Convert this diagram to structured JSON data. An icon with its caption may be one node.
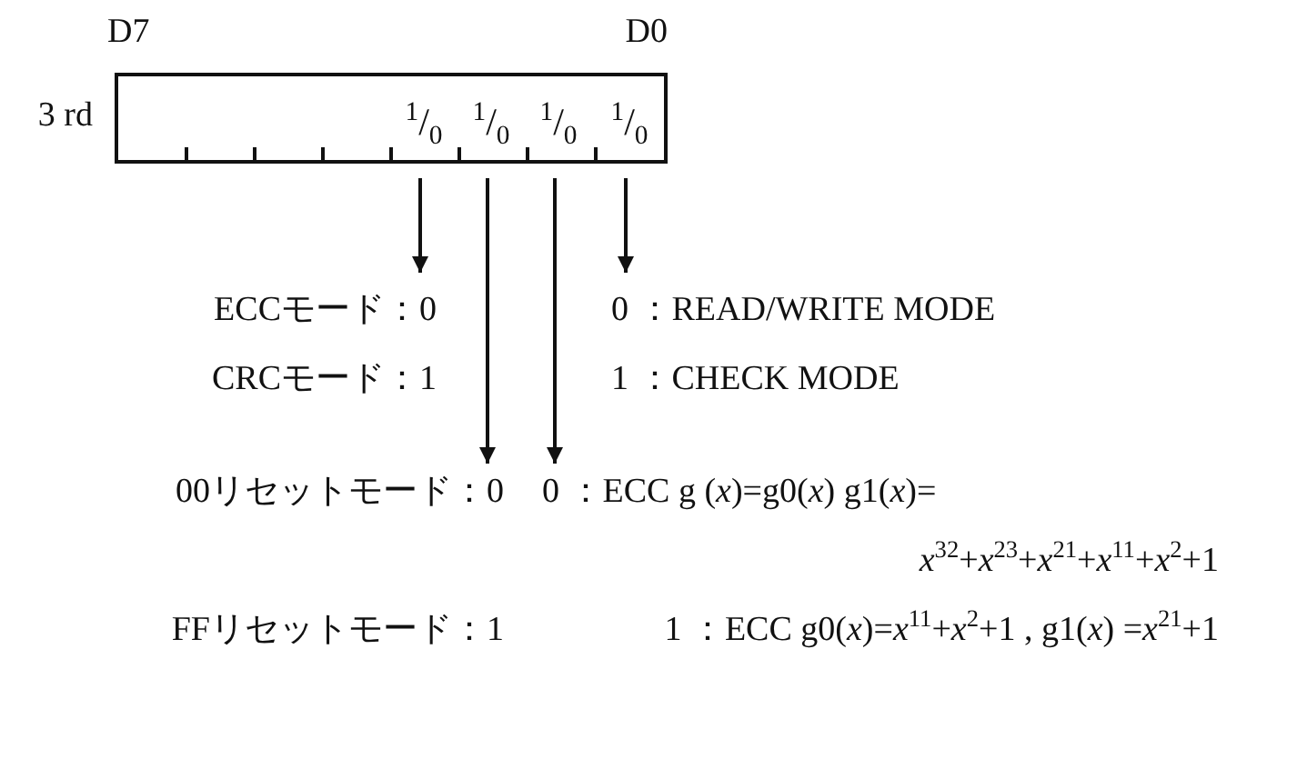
{
  "diagram": {
    "nodes": [
      {
        "text": [
          "3 rd"
        ]
      },
      {
        "text": [
          "$^{1}$/$_{0}$"
        ],
        "in": 0
      },
      {
        "text": [
          "$^{1}$/$_{0}$"
        ],
        "in": 0
      },
      {
        "text": [
          "$^{1}$/$_{0}$"
        ],
        "in": 0
      },
      {
        "text": [
          "$^{1}$/$_{0}$"
        ],
        "in": 0
      },
      {
        "text": [
          "ECCモード：0",
          "CRCモード：1"
        ]
      },
      {
        "text": [
          "0 ：READ/WRITE MODE",
          "1 ：CHECK MODE"
        ]
      },
      {
        "text": [
          "00リセットモード：0",
          "FFリセットモード：1"
        ]
      },
      {
        "text": [
          "0 ：ECC g (*x*)=g0(*x*) g1(*x*)= *x*$^{32}$+*x*$^{23}$+*x*$^{21}$+*x*$^{11}$+*x*$^{2}$+1",
          "1 ：ECC g0(*x*)=*x*$^{11}$+*x*$^{2}$+1 , g1(*x*) =*x*$^{21}$+1"
        ]
      }
    ],
    "edges": [
      {
        "from": 1,
        "to": 5,
        "arrow": "to"
      },
      {
        "from": 2,
        "to": 7,
        "arrow": "to"
      },
      {
        "from": 3,
        "to": 8,
        "arrow": "to"
      },
      {
        "from": 4,
        "to": 6,
        "arrow": "to"
      }
    ],
    "labels": [
      "D7",
      "D0"
    ]
  }
}
